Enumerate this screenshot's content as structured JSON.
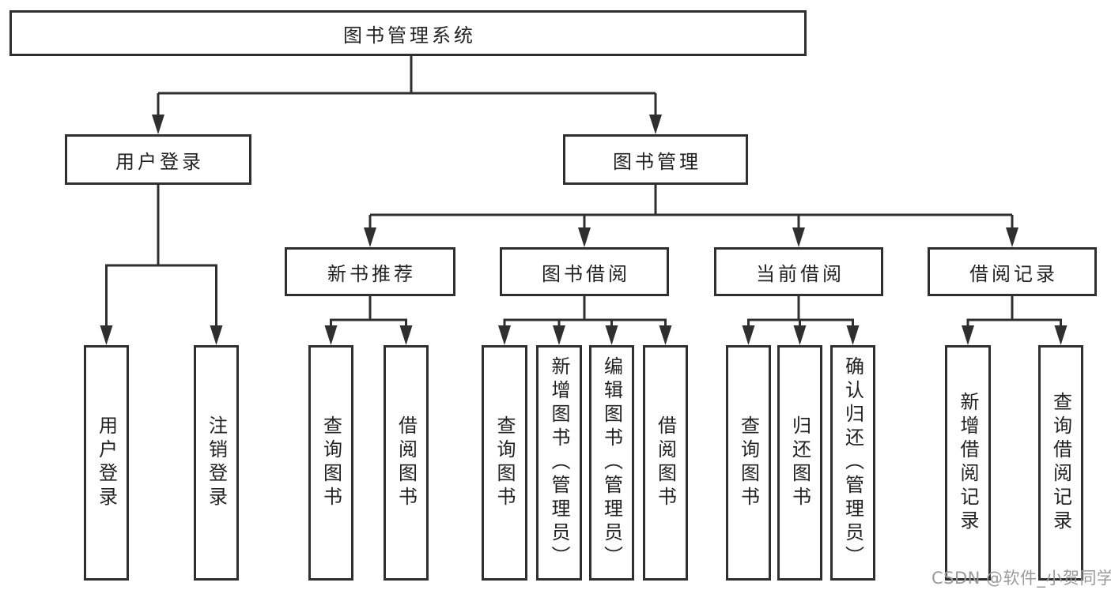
{
  "diagram_title": "图书管理系统",
  "colors": {
    "line": "#2f2f2f",
    "text": "#222222",
    "watermark": "#9a9a9a",
    "background": "#ffffff"
  },
  "nodes": {
    "root": "图书管理系统",
    "l2": {
      "user_login": "用户登录",
      "book_mgmt": "图书管理"
    },
    "l3": {
      "new_books": "新书推荐",
      "book_borrow": "图书借阅",
      "current_borrow": "当前借阅",
      "borrow_records": "借阅记录"
    },
    "leaves": {
      "user_login": "用户登录",
      "logout": "注销登录",
      "nb_query": "查询图书",
      "nb_borrow": "借阅图书",
      "bb_query": "查询图书",
      "bb_add": "新增图书（管理员）",
      "bb_edit": "编辑图书（管理员）",
      "bb_borrow": "借阅图书",
      "cb_query": "查询图书",
      "cb_return": "归还图书",
      "cb_confirm": "确认归还（管理员）",
      "br_add": "新增借阅记录",
      "br_query": "查询借阅记录"
    }
  },
  "watermark": "CSDN @软件_小贺同学"
}
